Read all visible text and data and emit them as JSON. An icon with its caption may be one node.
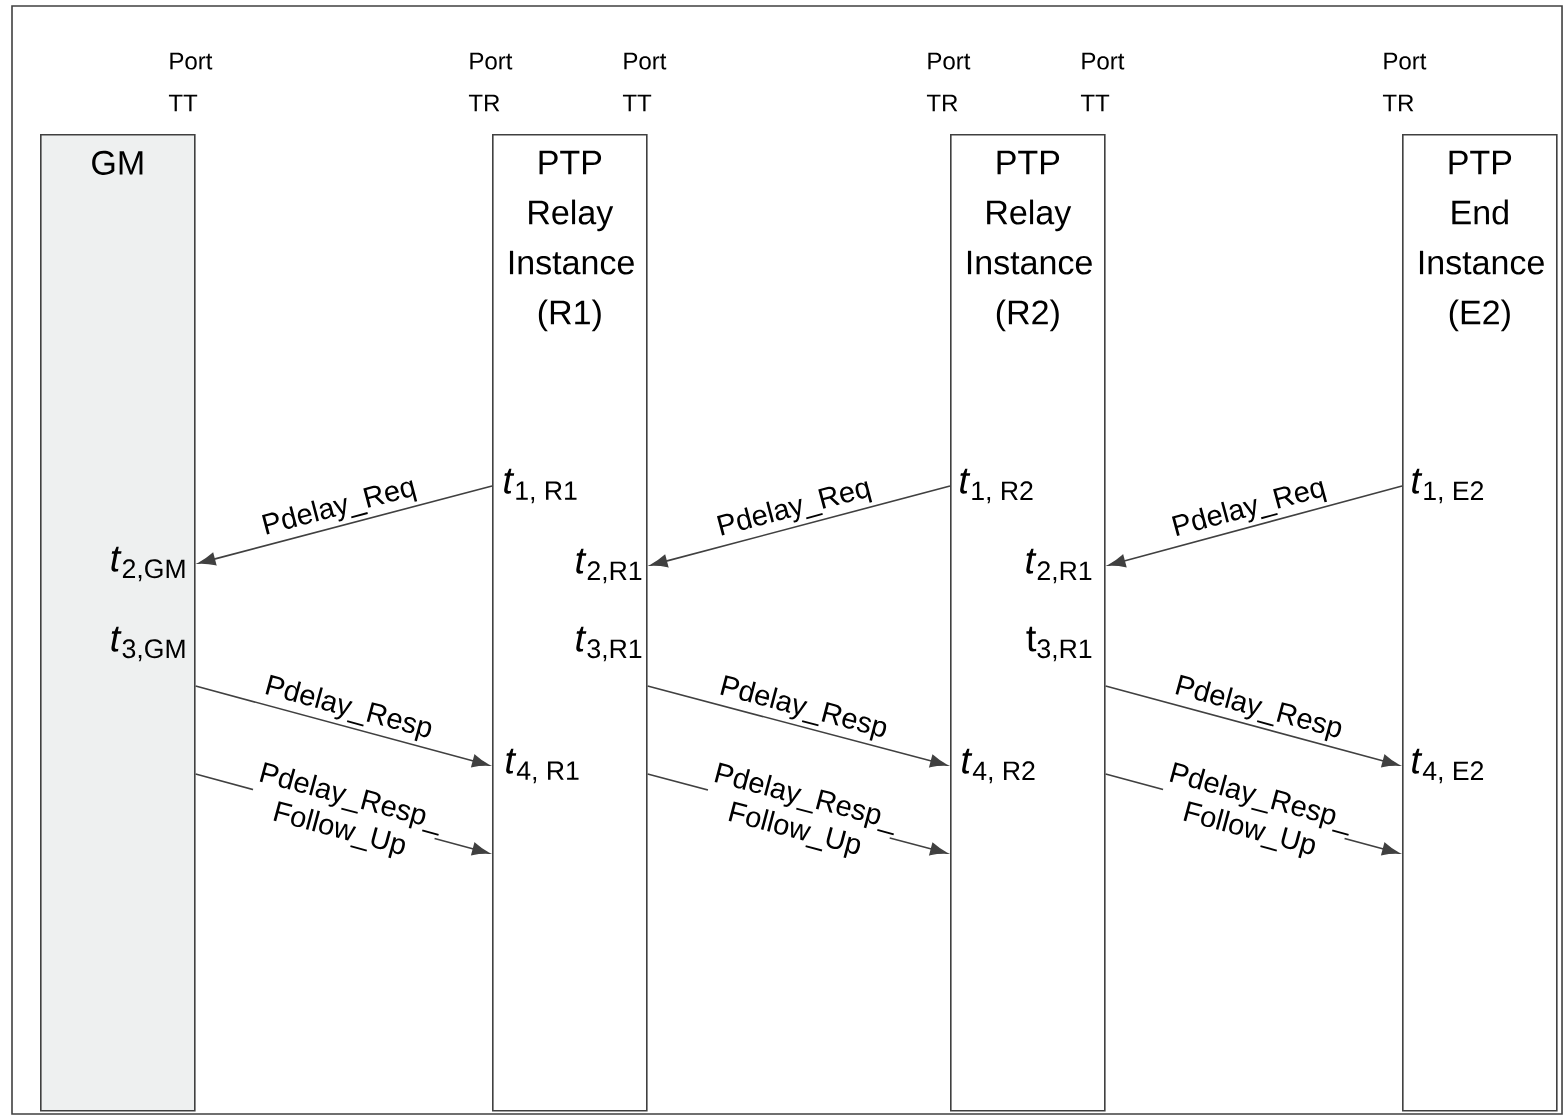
{
  "diagram": {
    "nodes": [
      {
        "text": [
          "GM"
        ]
      },
      {
        "text": [
          "PTP Relay Instance (R1)"
        ]
      },
      {
        "text": [
          "PTP Relay Instance (R2)"
        ]
      },
      {
        "text": [
          "PTP End Instance (E2)"
        ]
      }
    ],
    "edges": [
      {
        "from": 1,
        "to": 0,
        "arrow": "to",
        "label": "Pdelay_Req"
      },
      {
        "from": 0,
        "to": 1,
        "arrow": "to",
        "label": "Pdelay_Resp"
      },
      {
        "from": 0,
        "to": 1,
        "arrow": "to",
        "label": "Pdelay_Resp_ Follow_Up"
      },
      {
        "from": 2,
        "to": 1,
        "arrow": "to",
        "label": "Pdelay_Req"
      },
      {
        "from": 1,
        "to": 2,
        "arrow": "to",
        "label": "Pdelay_Resp"
      },
      {
        "from": 1,
        "to": 2,
        "arrow": "to",
        "label": "Pdelay_Resp_ Follow_Up"
      },
      {
        "from": 3,
        "to": 2,
        "arrow": "to",
        "label": "Pdelay_Req"
      },
      {
        "from": 2,
        "to": 3,
        "arrow": "to",
        "label": "Pdelay_Resp"
      },
      {
        "from": 2,
        "to": 3,
        "arrow": "to",
        "label": "Pdelay_Resp_ Follow_Up"
      }
    ],
    "labels": [
      "Port TT",
      "Port TR",
      "Port TT",
      "Port TR",
      "Port TT",
      "Port TR",
      "*t*$_{1, R1}$",
      "*t*$_{1, R2}$",
      "*t*$_{1, E2}$",
      "*t*$_{2,GM}$",
      "*t*$_{2,R1}$",
      "*t*$_{2,R1}$",
      "*t*$_{3,GM}$",
      "*t*$_{3,R1}$",
      "t$_{3,R1}$",
      "*t*$_{4, R1}$",
      "*t*$_{4, R2}$",
      "*t*$_{4, E2}$"
    ]
  }
}
